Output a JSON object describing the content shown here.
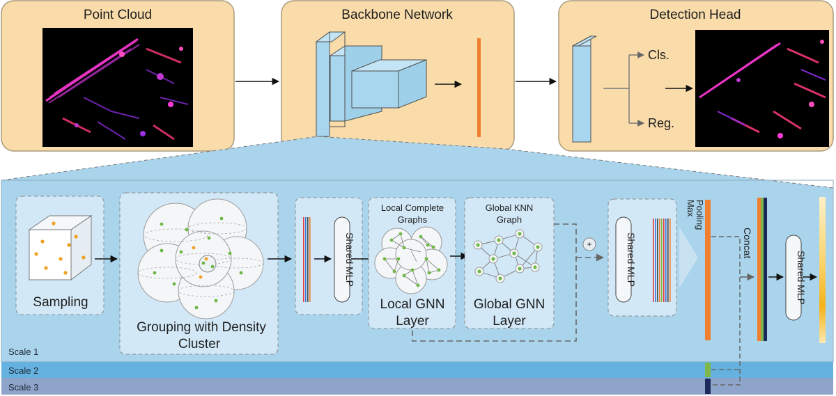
{
  "top": {
    "point_cloud": "Point Cloud",
    "backbone": "Backbone Network",
    "detection_head": "Detection Head",
    "cls": "Cls.",
    "reg": "Reg."
  },
  "detail": {
    "sampling": "Sampling",
    "grouping_line1": "Grouping with Density",
    "grouping_line2": "Cluster",
    "shared_mlp": "Shared MLP",
    "local_graph_line1": "Local Complete",
    "local_graph_line2": "Graphs",
    "local_gnn_line1": "Local GNN",
    "local_gnn_line2": "Layer",
    "global_graph_line1": "Global KNN",
    "global_graph_line2": "Graph",
    "global_gnn_line1": "Global GNN",
    "global_gnn_line2": "Layer",
    "plus": "+",
    "max_pooling_line1": "Max",
    "max_pooling_line2": "Pooling",
    "concat": "Concat"
  },
  "scales": [
    "Scale 1",
    "Scale 2",
    "Scale 3"
  ],
  "colors": {
    "top_box": "#f9dcaa",
    "top_border": "#a89a7c",
    "panel": "#a9d4ec",
    "inner_box": "#d2e8f6",
    "scale2": "#65b1df",
    "scale3": "#8fa4ca",
    "orange": "#f07e2e",
    "green": "#7fb84a",
    "navy": "#1b2a5a"
  }
}
